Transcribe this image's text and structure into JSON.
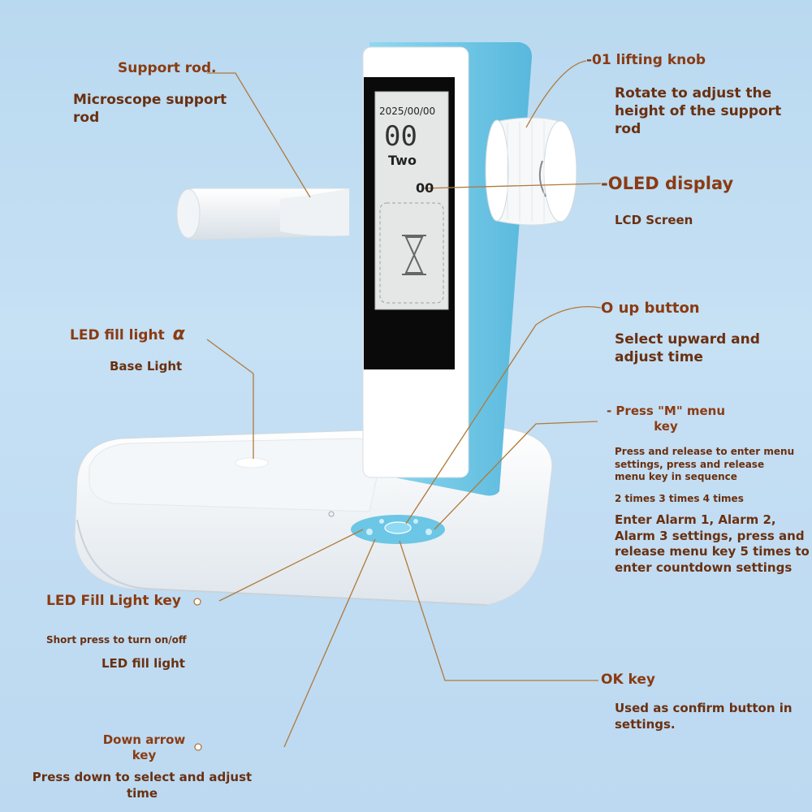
{
  "callouts": {
    "support_rod": {
      "title": "Support rod.",
      "desc": "Microscope support rod"
    },
    "lifting_knob": {
      "title": "-01 lifting knob",
      "desc": "Rotate to adjust the height of the support rod"
    },
    "oled_display": {
      "title": "-OLED display",
      "desc": "LCD Screen"
    },
    "up_button": {
      "title": "O up button",
      "desc": "Select upward and adjust time"
    },
    "menu_key": {
      "title": "- Press \"M\" menu key",
      "desc1": "Press and release to enter menu settings, press and release menu key in sequence",
      "desc2": "2 times 3 times 4 times",
      "desc3": "Enter Alarm 1, Alarm 2, Alarm 3 settings, press and release menu key 5 times to enter countdown settings"
    },
    "led_fill_light": {
      "title": "LED fill light",
      "symbol": "α",
      "desc": "Base Light"
    },
    "led_fill_light_key": {
      "title": "LED Fill Light key",
      "desc1": "Short press to turn on/off",
      "desc2": "LED fill light"
    },
    "down_arrow_key": {
      "title": "Down arrow key",
      "desc": "Press down to select and adjust time"
    },
    "ok_key": {
      "title": "OK key",
      "desc": "Used as confirm button in settings."
    }
  },
  "screen": {
    "date": "2025/00/00",
    "digits": "00",
    "word": "Two",
    "small": "00"
  },
  "colors": {
    "label": "#8a3b12",
    "device_blue": "#6cc6e6",
    "leader": "#b07a3a"
  }
}
